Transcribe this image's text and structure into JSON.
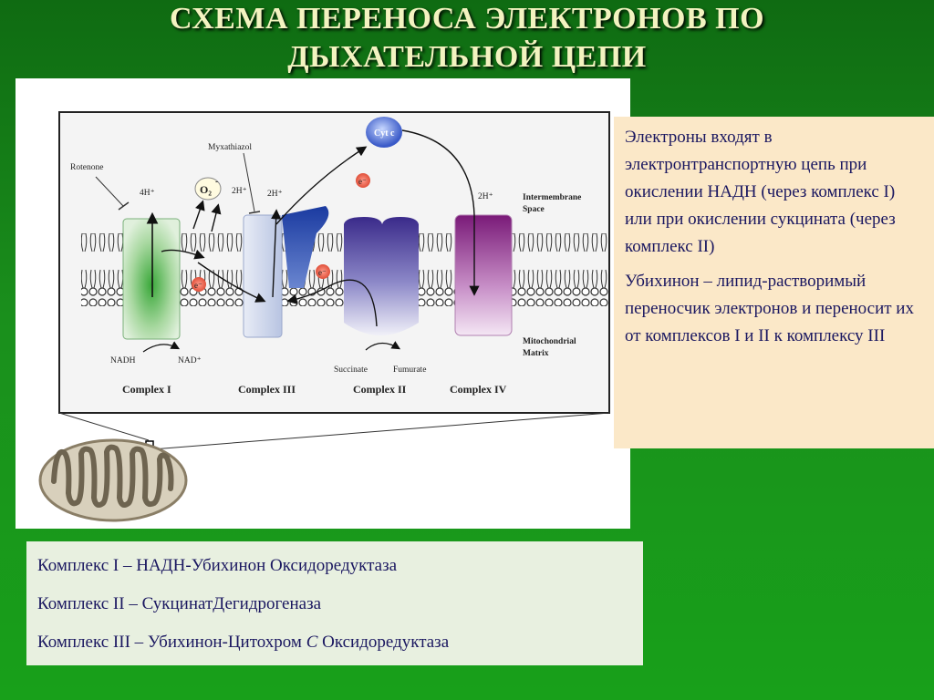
{
  "title": {
    "line1": "СХЕМА ПЕРЕНОСА ЭЛЕКТРОНОВ ПО",
    "line2": "ДЫХАТЕЛЬНОЙ ЦЕПИ"
  },
  "diagram": {
    "labels": {
      "rotenone": "Rotenone",
      "myxathiazol": "Myxathiazol",
      "cyt_c": "Cyt c",
      "o2": "O₂",
      "o2_sup": "-",
      "h4": "4H⁺",
      "h2_a": "2H⁺",
      "h2_b": "2H⁺",
      "h2_c": "2H⁺",
      "electron": "e⁻",
      "intermembrane_1": "Intermembrane",
      "intermembrane_2": "Space",
      "matrix_1": "Mitochondrial",
      "matrix_2": "Matrix",
      "nadh": "NADH",
      "nad": "NAD⁺",
      "succinate": "Succinate",
      "fumurate": "Fumurate",
      "complex1": "Complex I",
      "complex3": "Complex III",
      "complex2": "Complex II",
      "complex4": "Complex IV"
    }
  },
  "side_text": {
    "p1": "Электроны входят в электронтранспортную цепь при окислении НАДН (через комплекс I) или при окислении сукцината (через комплекс II)",
    "p2": "Убихинон – липид-растворимый переносчик электронов и переносит их от комплексов I и II к комплексу III"
  },
  "bottom": {
    "row1": "Комплекс I – НАДН-Убихинон Оксидоредуктаза",
    "row2": "Комплекс II – СукцинатДегидрогеназа",
    "row3_prefix": "Комплекс III – Убихинон-Цитохром ",
    "row3_italic": "С",
    "row3_suffix": " Оксидоредуктаза"
  },
  "colors": {
    "title": "#f3f3c0",
    "text": "#1a1760",
    "side_bg": "#fbe8c8",
    "bottom_bg": "#e8f0e0"
  }
}
